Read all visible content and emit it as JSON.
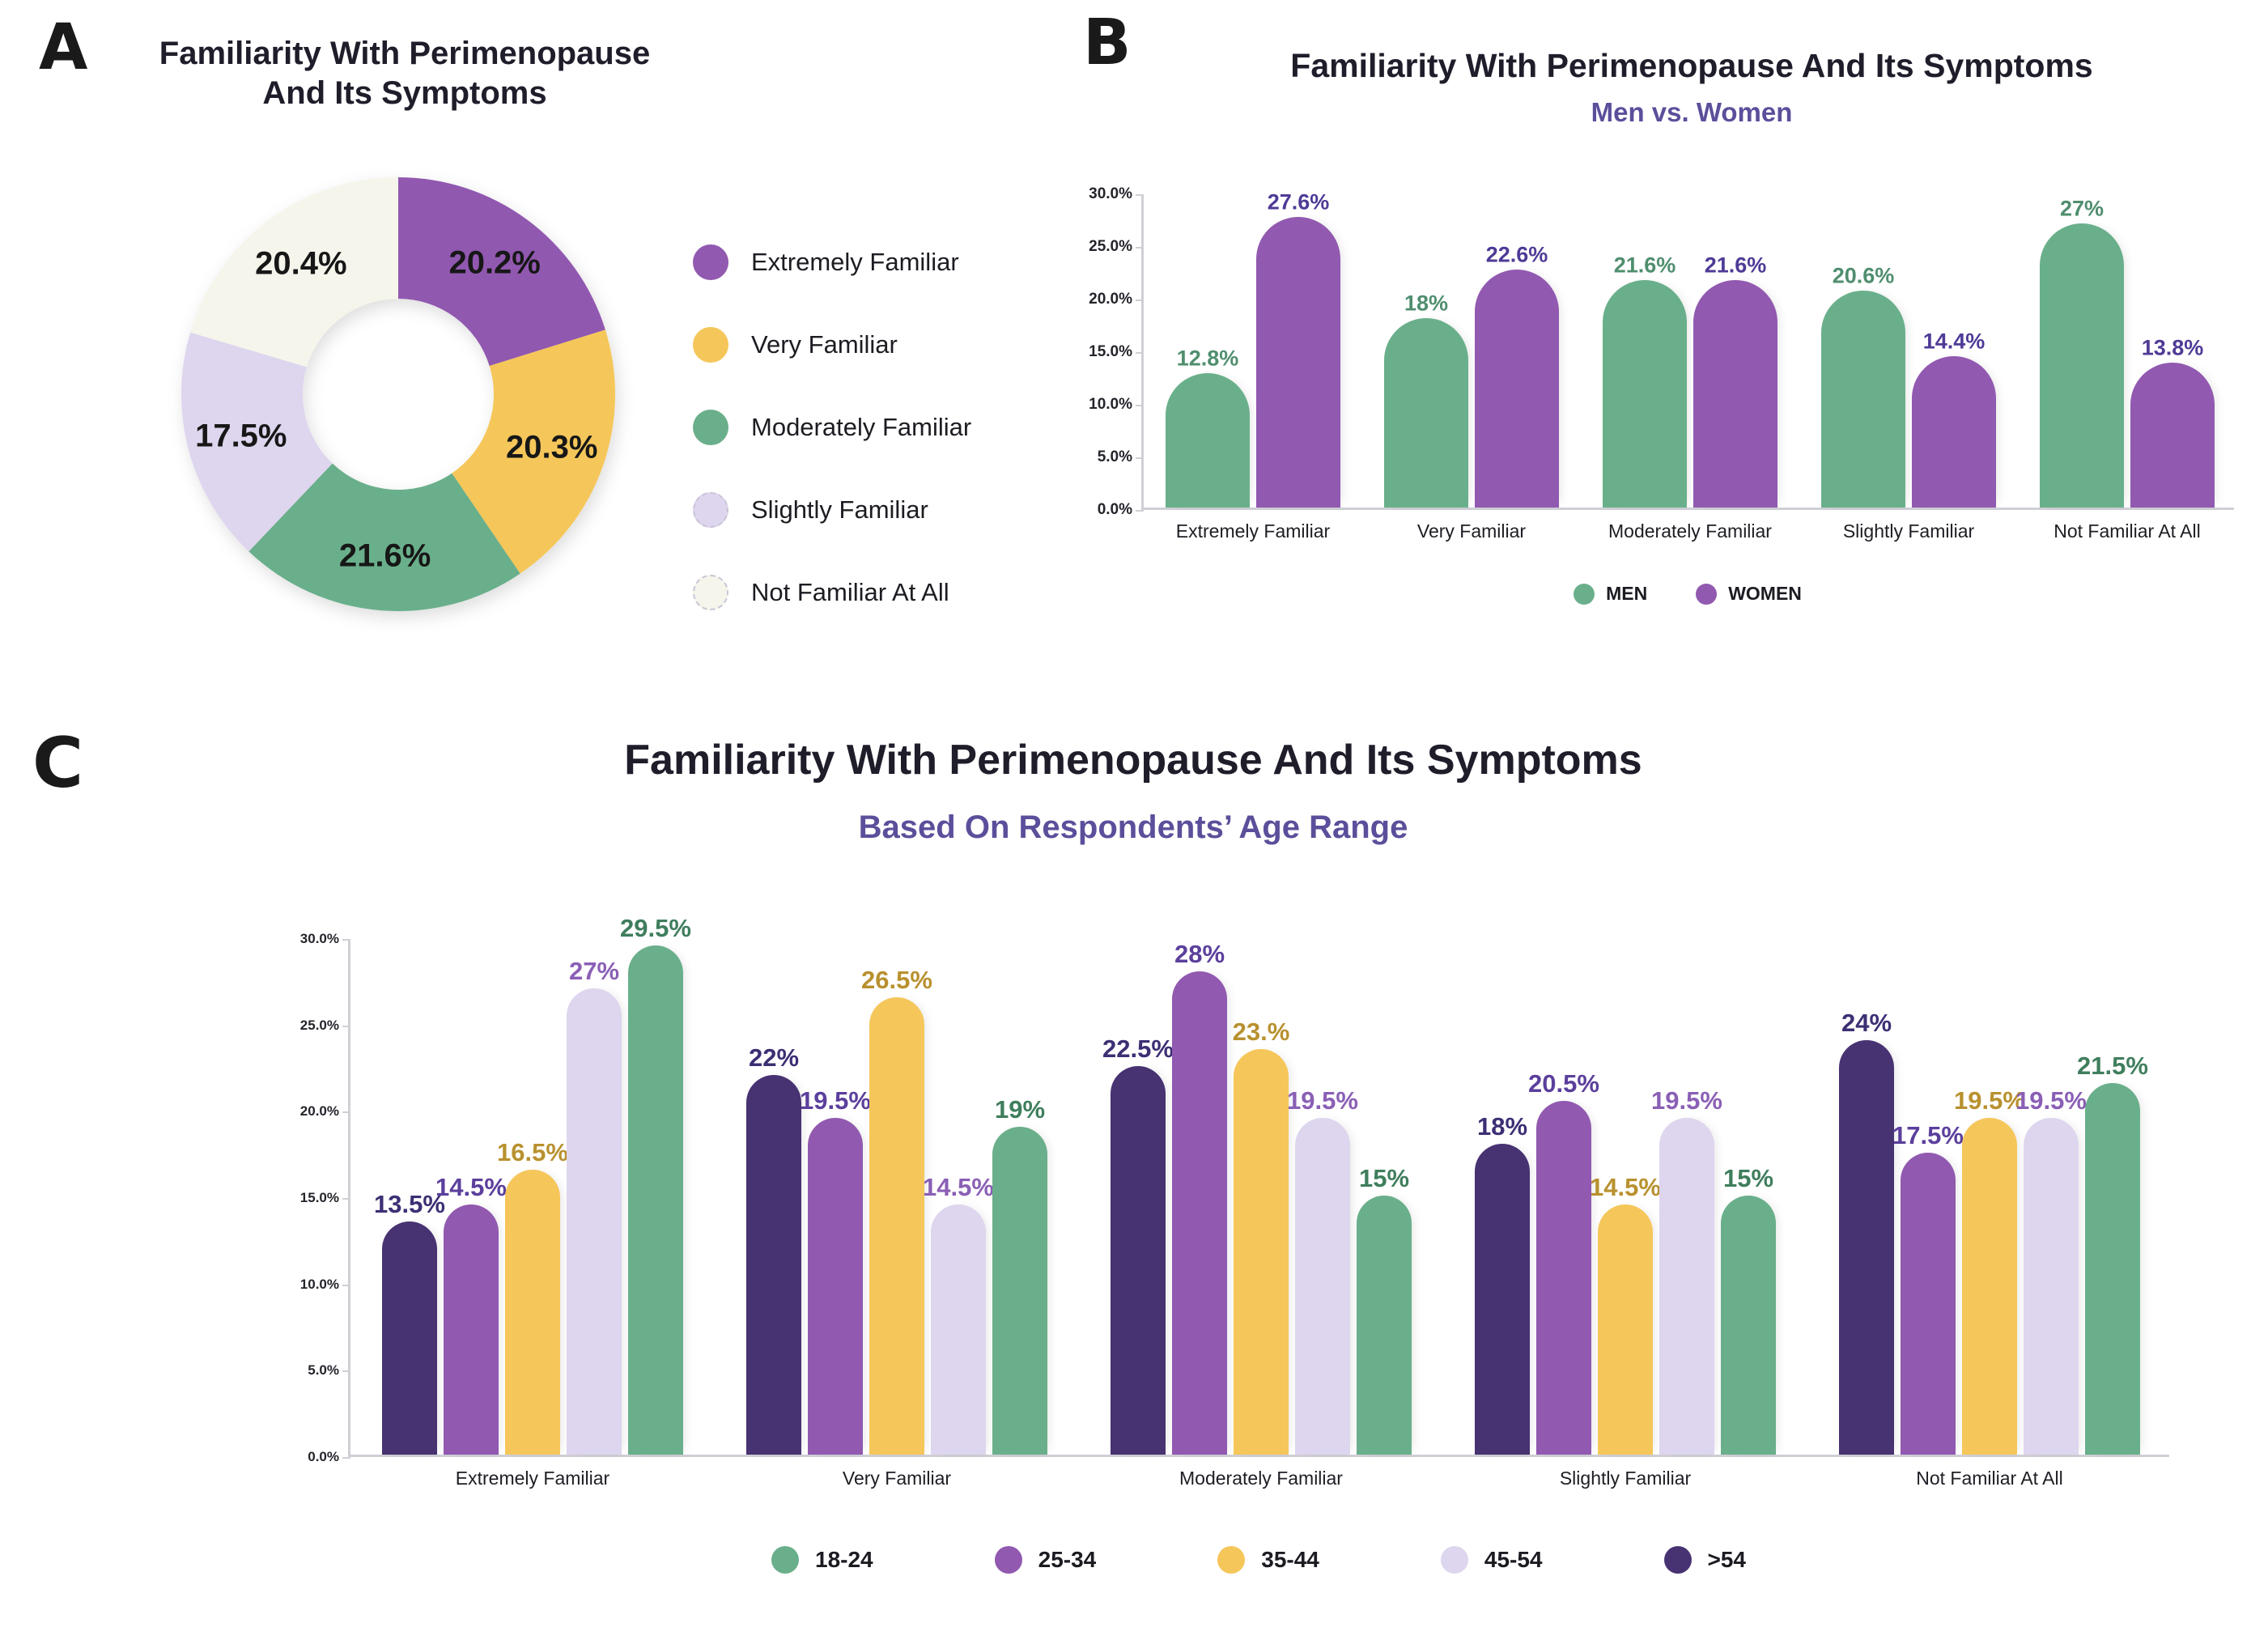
{
  "panels": {
    "a": {
      "letter": "A",
      "title_line1": "Familiarity With Perimenopause",
      "title_line2": "And Its Symptoms",
      "legend": [
        {
          "label": "Extremely Familiar",
          "color": "#9159b0"
        },
        {
          "label": "Very Familiar",
          "color": "#f5c košer"
        },
        {
          "label": "Moderately Familiar",
          "color": "#6aaf8b"
        },
        {
          "label": "Slightly Familiar",
          "color": "#ded5ee"
        },
        {
          "label": "Not Familiar At All",
          "color": "#f5f5ec"
        }
      ]
    },
    "b": {
      "letter": "B",
      "title": "Familiarity With Perimenopause And Its Symptoms",
      "subtitle": "Men vs. Women",
      "legend": [
        {
          "label": "MEN",
          "color": "#6aaf8b"
        },
        {
          "label": "WOMEN",
          "color": "#9159b0"
        }
      ]
    },
    "c": {
      "letter": "C",
      "title": "Familiarity With Perimenopause And Its Symptoms",
      "subtitle": "Based On Respondents’ Age Range",
      "legend": [
        {
          "label": "18-24",
          "color": "#6aaf8b"
        },
        {
          "label": "25-34",
          "color": "#9159b0"
        },
        {
          "label": "35-44",
          "color": "#f5c65a"
        },
        {
          "label": "45-54",
          "color": "#ded5ee"
        },
        {
          "label": ">54",
          "color": "#473272"
        }
      ]
    }
  },
  "chart_data": [
    {
      "id": "panel-a",
      "type": "pie",
      "title": "Familiarity With Perimenopause And Its Symptoms",
      "donut": true,
      "categories": [
        "Extremely Familiar",
        "Very Familiar",
        "Moderately Familiar",
        "Slightly Familiar",
        "Not Familiar At All"
      ],
      "values": [
        20.2,
        20.3,
        21.6,
        17.5,
        20.4
      ],
      "labels": [
        "20.2%",
        "20.3%",
        "21.6%",
        "17.5%",
        "20.4%"
      ],
      "colors": [
        "#9159b0",
        "#f5c65a",
        "#6aaf8b",
        "#ded5ee",
        "#f5f5ec"
      ],
      "legend_position": "right"
    },
    {
      "id": "panel-b",
      "type": "bar",
      "title": "Familiarity With Perimenopause And Its Symptoms",
      "subtitle": "Men vs. Women",
      "xlabel": "",
      "ylabel": "",
      "ylim": [
        0,
        30
      ],
      "grid": false,
      "yticks": [
        "0.0%",
        "5.0%",
        "10.0%",
        "15.0%",
        "20.0%",
        "25.0%",
        "30.0%"
      ],
      "ytick_values": [
        0,
        5,
        10,
        15,
        20,
        25,
        30
      ],
      "categories": [
        "Extremely Familiar",
        "Very Familiar",
        "Moderately Familiar",
        "Slightly Familiar",
        "Not Familiar At All"
      ],
      "legend_position": "bottom",
      "series": [
        {
          "name": "MEN",
          "color": "#6aaf8b",
          "label_color": "#4f8e6e",
          "values": [
            12.8,
            18,
            21.6,
            20.6,
            27
          ],
          "labels": [
            "12.8%",
            "18%",
            "21.6%",
            "20.6%",
            "27%"
          ]
        },
        {
          "name": "WOMEN",
          "color": "#9159b0",
          "label_color": "#4f3a96",
          "values": [
            27.6,
            22.6,
            21.6,
            14.4,
            13.8
          ],
          "labels": [
            "27.6%",
            "22.6%",
            "21.6%",
            "14.4%",
            "13.8%"
          ]
        }
      ]
    },
    {
      "id": "panel-c",
      "type": "bar",
      "title": "Familiarity With Perimenopause And Its Symptoms",
      "subtitle": "Based On Respondents’ Age Range",
      "xlabel": "",
      "ylabel": "",
      "ylim": [
        0,
        30
      ],
      "grid": false,
      "yticks": [
        "0.0%",
        "5.0%",
        "10.0%",
        "15.0%",
        "20.0%",
        "25.0%",
        "30.0%"
      ],
      "ytick_values": [
        0,
        5,
        10,
        15,
        20,
        25,
        30
      ],
      "categories": [
        "Extremely Familiar",
        "Very Familiar",
        "Moderately Familiar",
        "Slightly Familiar",
        "Not Familiar At All"
      ],
      "legend_position": "bottom",
      "bar_order": [
        ">54",
        "25-34",
        "35-44",
        "45-54",
        "18-24"
      ],
      "series": [
        {
          "name": ">54",
          "color": "#473272",
          "label_color": "#3d2f74",
          "values": [
            13.5,
            22,
            22.5,
            18,
            24
          ],
          "labels": [
            "13.5%",
            "22%",
            "22.5%",
            "18%",
            "24%"
          ]
        },
        {
          "name": "25-34",
          "color": "#9159b0",
          "label_color": "#5b3f9c",
          "values": [
            14.5,
            19.5,
            28,
            20.5,
            17.5
          ],
          "labels": [
            "14.5%",
            "19.5%",
            "28%",
            "20.5%",
            "17.5%"
          ]
        },
        {
          "name": "35-44",
          "color": "#f5c65a",
          "label_color": "#b8912f",
          "values": [
            16.5,
            26.5,
            23.5,
            14.5,
            19.5
          ],
          "labels": [
            "16.5%",
            "26.5%",
            "23.%",
            "14.5%",
            "19.5%"
          ]
        },
        {
          "name": "45-54",
          "color": "#ded5ee",
          "label_color": "#8a5fb5",
          "values": [
            27,
            14.5,
            19.5,
            19.5,
            19.5
          ],
          "labels": [
            "27%",
            "14.5%",
            "19.5%",
            "19.5%",
            "19.5%"
          ]
        },
        {
          "name": "18-24",
          "color": "#6aaf8b",
          "label_color": "#3f7e5d",
          "values": [
            29.5,
            19,
            15,
            15,
            21.5
          ],
          "labels": [
            "29.5%",
            "19%",
            "15%",
            "15%",
            "21.5%"
          ]
        }
      ]
    }
  ]
}
